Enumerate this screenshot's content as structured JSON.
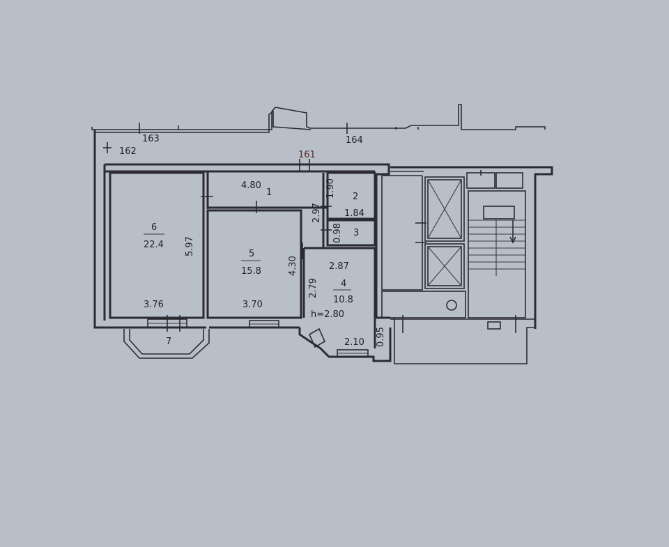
{
  "floor_plan": {
    "background_color": "#b9bfc9",
    "line_color": "#2b2b33",
    "labels": [
      {
        "id": "apt-163",
        "text": "163"
      },
      {
        "id": "apt-164",
        "text": "164"
      },
      {
        "id": "apt-162",
        "text": "162"
      },
      {
        "id": "apt-161",
        "text": "161"
      },
      {
        "id": "room1-width",
        "text": "4.80"
      },
      {
        "id": "room1-number",
        "text": "1"
      },
      {
        "id": "room2-width",
        "text": "1.90"
      },
      {
        "id": "room2-number",
        "text": "2"
      },
      {
        "id": "room2-area",
        "text": "1.84"
      },
      {
        "id": "room2-length",
        "text": "2.97"
      },
      {
        "id": "room3-width",
        "text": "0.98"
      },
      {
        "id": "room3-number",
        "text": "3"
      },
      {
        "id": "room6-number",
        "text": "6"
      },
      {
        "id": "room6-area",
        "text": "22.4"
      },
      {
        "id": "room6-length",
        "text": "5.97"
      },
      {
        "id": "room6-width",
        "text": "3.76"
      },
      {
        "id": "room5-number",
        "text": "5"
      },
      {
        "id": "room5-area",
        "text": "15.8"
      },
      {
        "id": "room5-length",
        "text": "4.30"
      },
      {
        "id": "room5-width",
        "text": "3.70"
      },
      {
        "id": "room4-width",
        "text": "2.87"
      },
      {
        "id": "room4-length",
        "text": "2.79"
      },
      {
        "id": "room4-number",
        "text": "4"
      },
      {
        "id": "room4-area",
        "text": "10.8"
      },
      {
        "id": "ceiling-height",
        "text": "h=2.80"
      },
      {
        "id": "room7-number",
        "text": "7"
      },
      {
        "id": "entry-width",
        "text": "2.10"
      },
      {
        "id": "entry-depth",
        "text": "0.95"
      }
    ]
  }
}
